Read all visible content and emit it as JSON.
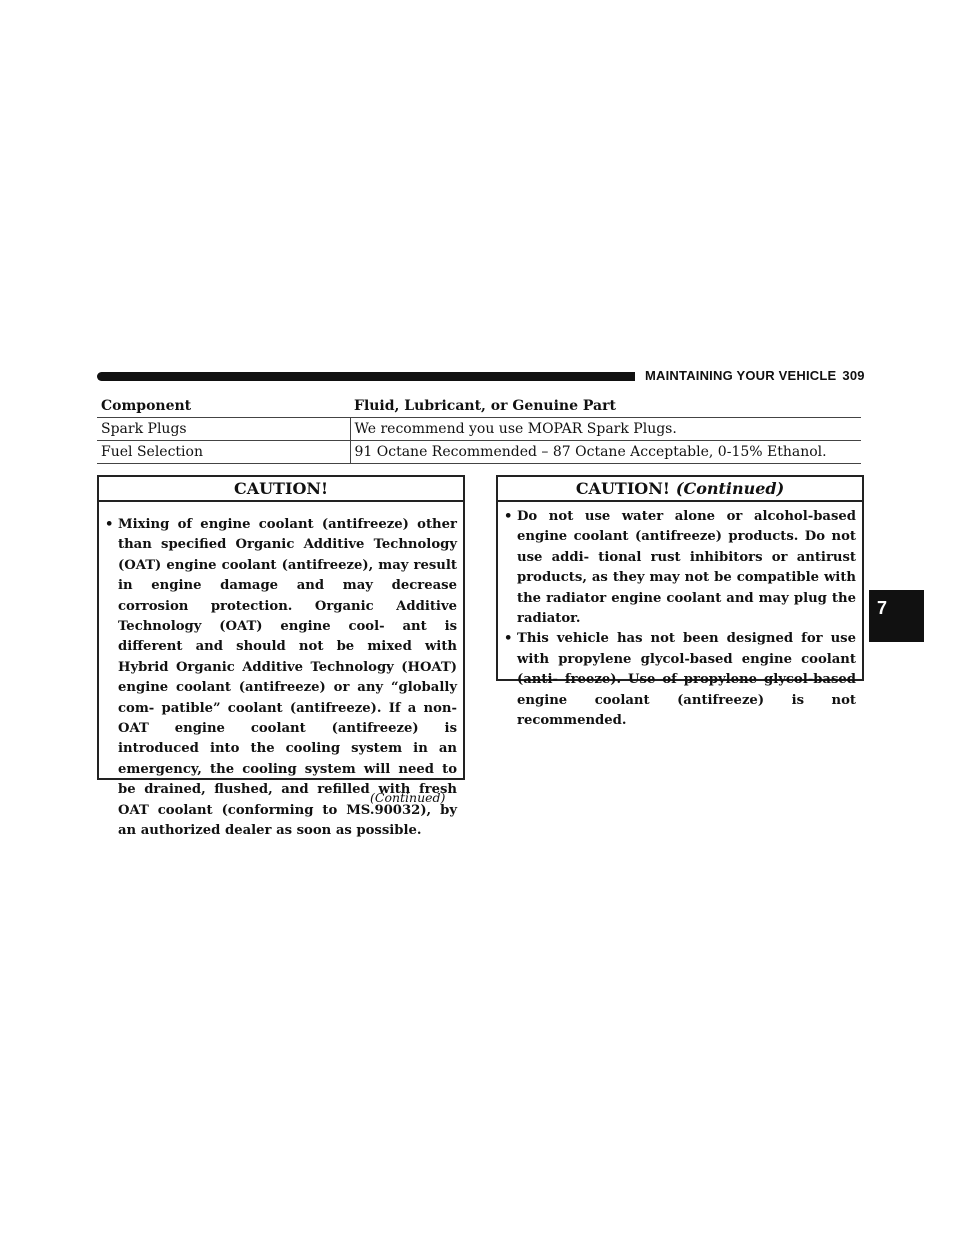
{
  "header": {
    "section_title": "MAINTAINING YOUR VEHICLE",
    "page_number": "309"
  },
  "table": {
    "headers": [
      "Component",
      "Fluid, Lubricant, or Genuine Part"
    ],
    "rows": [
      [
        "Spark Plugs",
        "We recommend you use MOPAR Spark Plugs."
      ],
      [
        "Fuel Selection",
        "91 Octane Recommended – 87 Octane Acceptable, 0-15% Ethanol."
      ]
    ]
  },
  "caution_left": {
    "title": "CAUTION!",
    "items": [
      "Mixing of engine coolant (antifreeze) other than specified Organic Additive Technology (OAT) engine coolant (antifreeze), may result in engine damage and may decrease corrosion protection. Organic Additive Technology (OAT) engine cool- ant is different and should not be mixed with Hybrid Organic Additive Technology (HOAT) engine coolant (antifreeze) or any “globally com- patible” coolant (antifreeze). If a non-OAT engine coolant (antifreeze) is introduced into the cooling system in an emergency, the cooling system will need to be drained, flushed, and refilled with fresh OAT coolant (conforming to MS.90032), by an authorized dealer as soon as possible."
    ],
    "continued_note": "(Continued)"
  },
  "caution_right": {
    "title": "CAUTION!",
    "title_suffix": "(Continued)",
    "items": [
      "Do not use water alone or alcohol-based engine coolant (antifreeze) products. Do not use addi- tional rust inhibitors or antirust products, as they may not be compatible with the radiator engine coolant and may plug the radiator.",
      "This vehicle has not been designed for use with propylene glycol-based engine coolant (anti- freeze). Use of propylene glycol-based engine coolant (antifreeze) is not recommended."
    ]
  },
  "chapter_tab": "7",
  "bullet_glyph": "•"
}
